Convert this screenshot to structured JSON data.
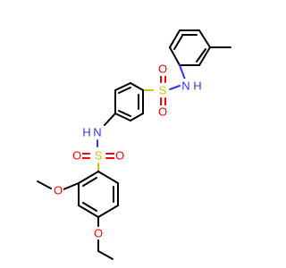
{
  "molecule": {
    "atom_labels": {
      "nh_top_n": "N",
      "nh_top_h": "H",
      "s_top": "S",
      "o_top_a": "O",
      "o_top_b": "O",
      "nh_mid_n": "N",
      "nh_mid_h": "H",
      "s_low": "S",
      "o_low_a": "O",
      "o_low_b": "O",
      "ome_top_o": "O",
      "ome_bot_o": "O"
    },
    "colors": {
      "carbon": "#000000",
      "nitrogen": "#3333ff",
      "oxygen": "#ff0000",
      "sulfur": "#c8c800"
    }
  }
}
